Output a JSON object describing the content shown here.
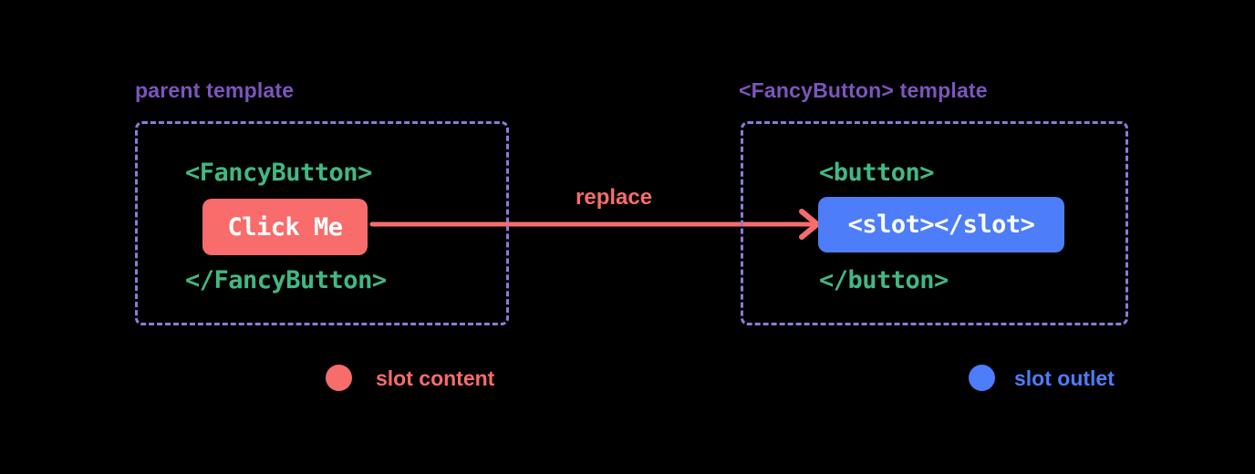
{
  "diagram": {
    "background_color": "#000000",
    "colors": {
      "title_purple": "#7c55bd",
      "dash_purple": "#9079d8",
      "code_green": "#42b883",
      "slot_content_red": "#f86c6c",
      "slot_outlet_blue": "#4d7df8",
      "code_white": "#ffffff"
    },
    "parent_panel": {
      "title": "parent template",
      "open_tag": "<FancyButton>",
      "button_label": "Click Me",
      "close_tag": "</FancyButton>"
    },
    "arrow": {
      "label": "replace",
      "direction": "left-to-right"
    },
    "fancy_button_panel": {
      "title": "<FancyButton> template",
      "open_tag": "<button>",
      "slot_code": "<slot></slot>",
      "close_tag": "</button>"
    },
    "legend": {
      "slot_content": {
        "label": "slot content",
        "color": "#f86c6c"
      },
      "slot_outlet": {
        "label": "slot outlet",
        "color": "#4d7df8"
      }
    }
  }
}
